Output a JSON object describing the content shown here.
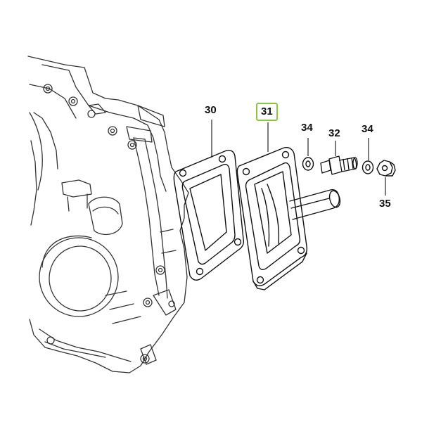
{
  "callouts": {
    "c30": "30",
    "c31": "31",
    "c34a": "34",
    "c32": "32",
    "c34b": "34",
    "c35": "35"
  },
  "selected_callout": "31",
  "colors": {
    "line": "#111111",
    "engine_line": "#333333",
    "selection_highlight": "#8cc63f",
    "background": "#ffffff"
  }
}
